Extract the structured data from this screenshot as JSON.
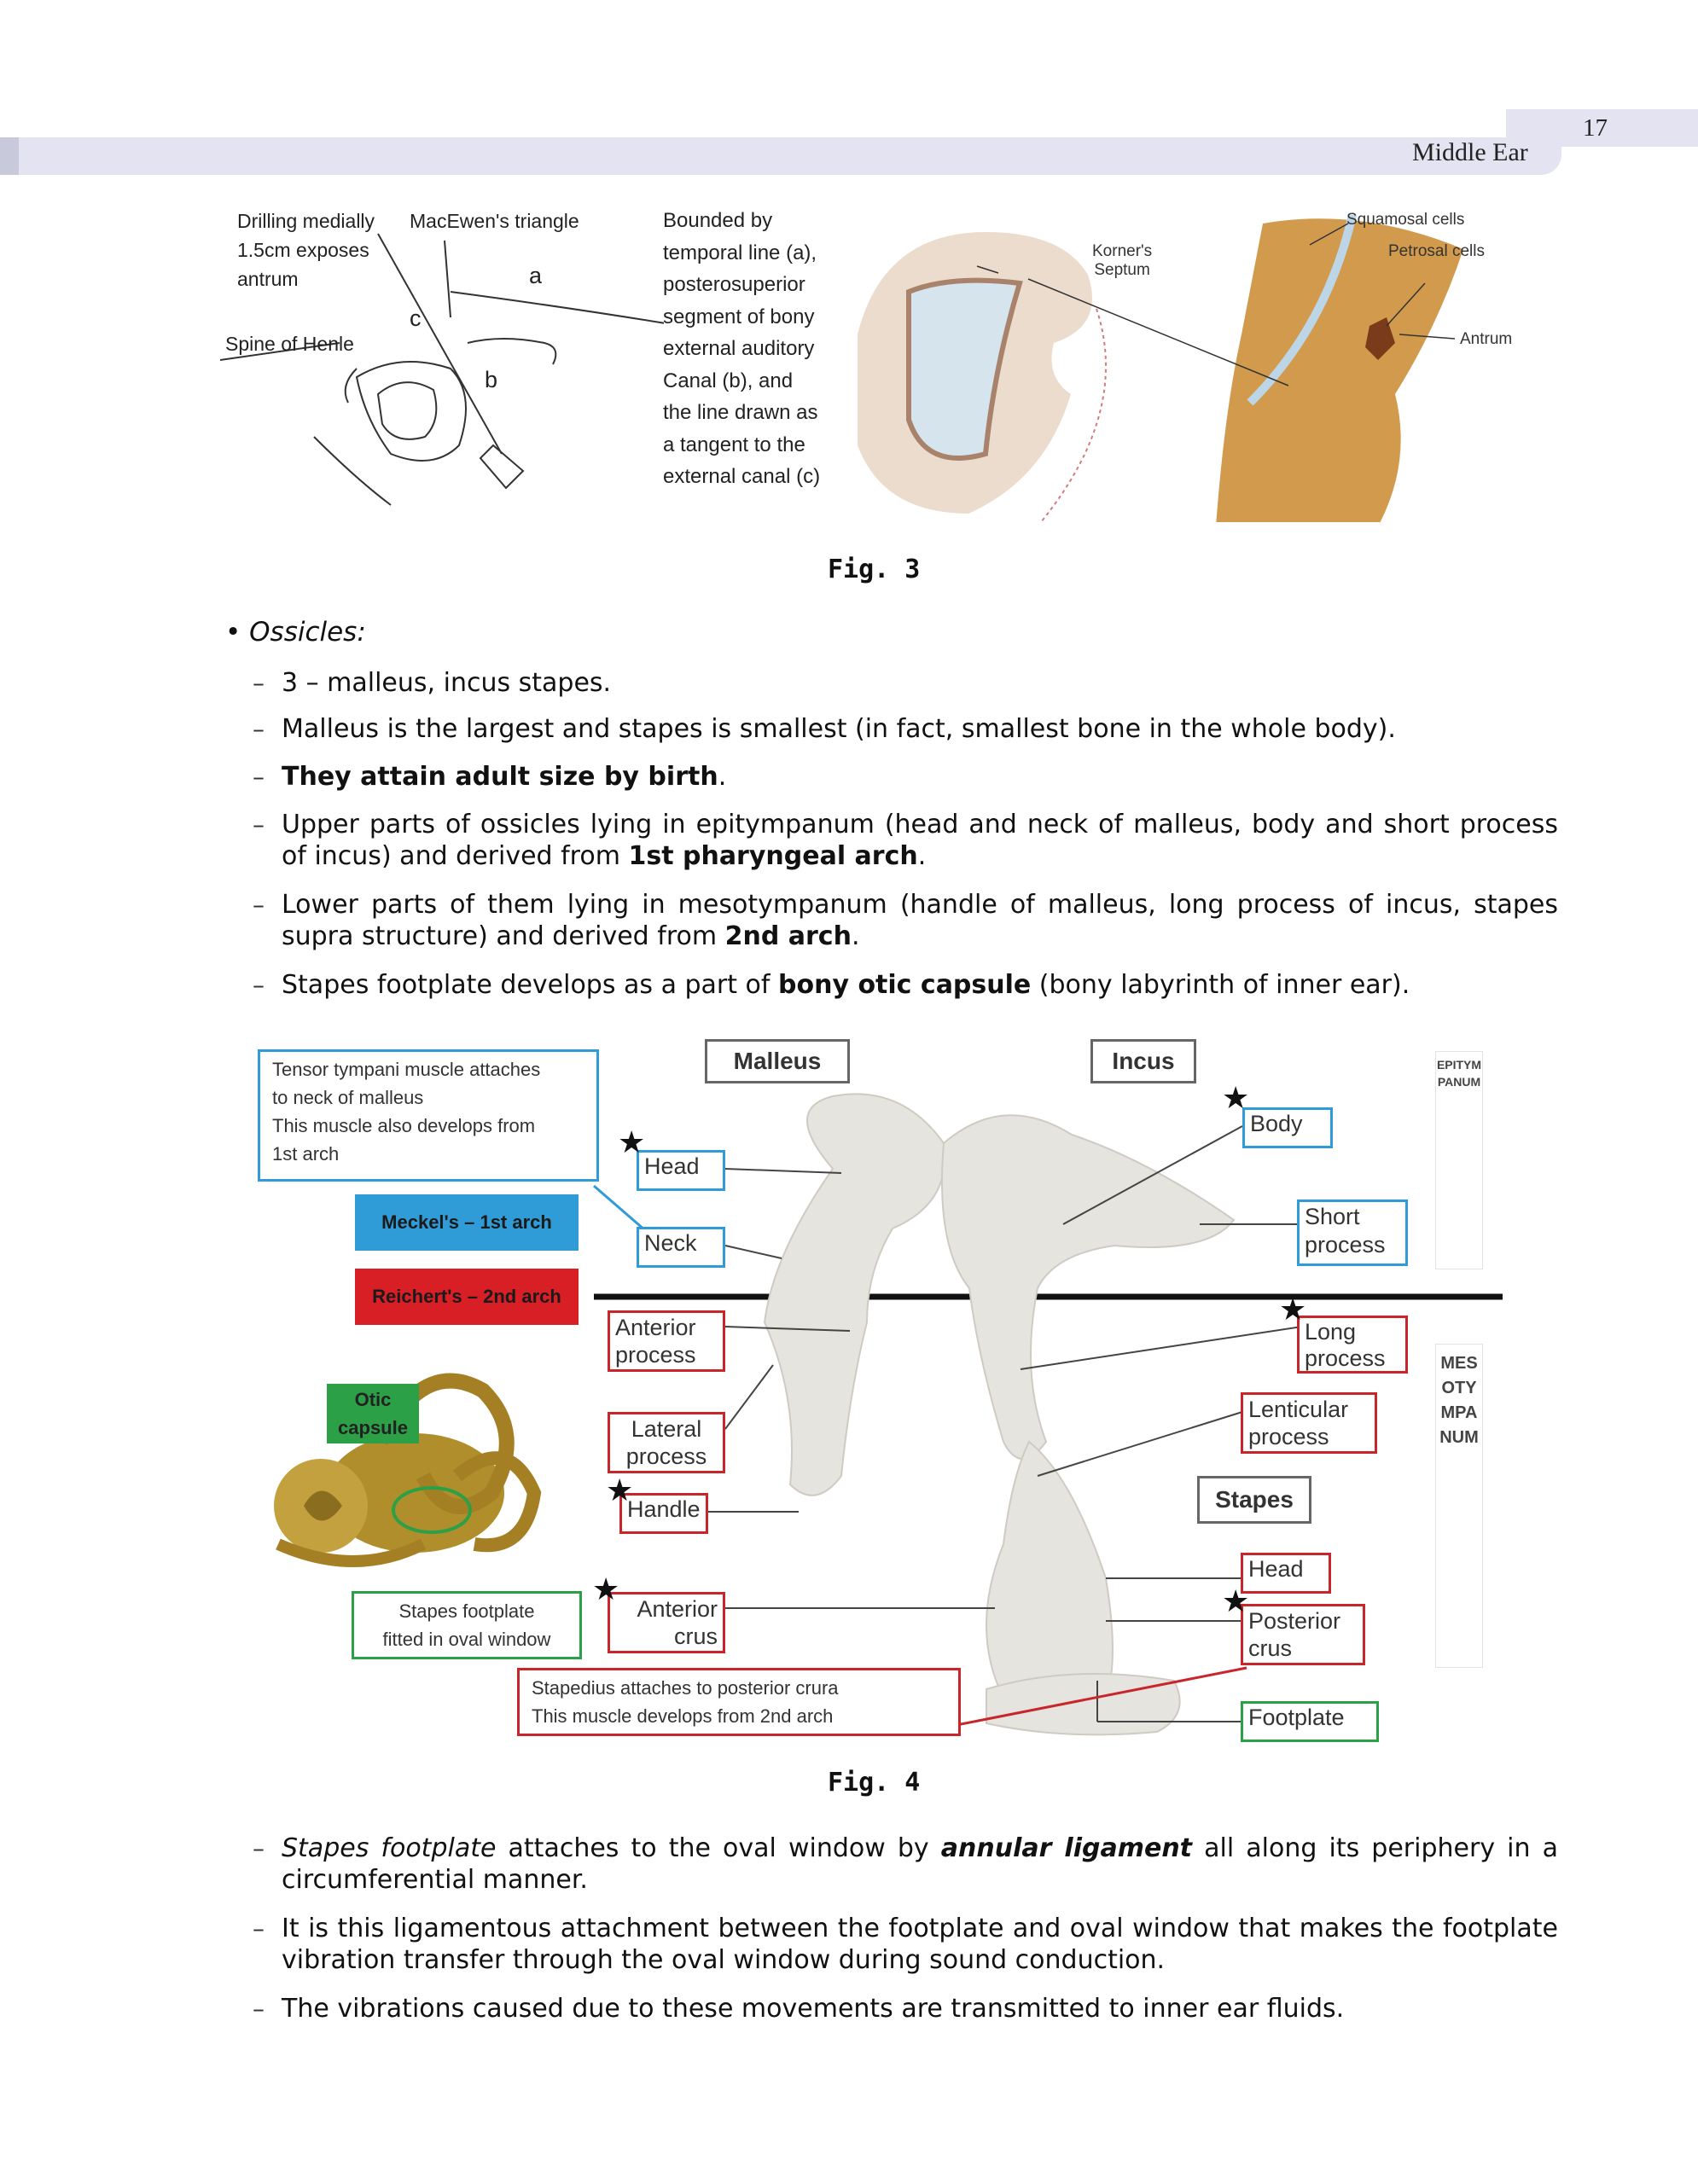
{
  "header": {
    "page_number": "17",
    "running_head": "Middle Ear"
  },
  "fig3": {
    "labels": {
      "drilling": "Drilling medially\n1.5cm exposes\nantrum",
      "macewen": "MacEwen's triangle",
      "a": "a",
      "c": "c",
      "b": "b",
      "spine": "Spine of Henle"
    },
    "description": "Bounded by\ntemporal line (a),\nposterosuperior\nsegment of bony\nexternal auditory\nCanal (b), and\nthe line drawn as\na tangent to the\nexternal canal (c)",
    "korner": "Korner's\nSeptum",
    "squamosal": "Squamosal cells",
    "petrosal": "Petrosal cells",
    "antrum": "Antrum",
    "caption": "Fig. 3"
  },
  "ossicles": {
    "title": "Ossicles:",
    "items": [
      {
        "text": "3 – malleus, incus stapes."
      },
      {
        "text": "Malleus is the largest and stapes is smallest (in fact, smallest bone in the whole body)."
      },
      {
        "bold": "They attain adult size by birth",
        "after": "."
      },
      {
        "before": "Upper parts of ossicles lying in epitympanum (head and neck of malleus, body and short process of incus) and derived from ",
        "bold": "1st pharyngeal arch",
        "after": "."
      },
      {
        "before": "Lower parts of them lying in mesotympanum (handle of malleus, long process of incus, stapes supra structure) and derived from ",
        "bold": "2nd arch",
        "after": "."
      },
      {
        "before": "Stapes footplate develops as a part of ",
        "bold": "bony otic capsule",
        "after": " (bony labyrinth of inner ear)."
      }
    ]
  },
  "fig4": {
    "tensor_note": "Tensor tympani muscle attaches\nto neck of malleus\nThis muscle also develops from\n1st arch",
    "meckel": "Meckel's – 1st arch",
    "reichert": "Reichert's – 2nd arch",
    "otic_capsule": "Otic\ncapsule",
    "footplate_note": "Stapes footplate\nfitted in oval window",
    "stapedius_note": "Stapedius attaches to posterior crura\nThis muscle develops from 2nd arch",
    "malleus": "Malleus",
    "incus": "Incus",
    "stapes": "Stapes",
    "head": "Head",
    "neck": "Neck",
    "anterior_process": "Anterior\nprocess",
    "lateral_process": "Lateral\nprocess",
    "handle": "Handle",
    "anterior_crus": "Anterior\ncrus",
    "body": "Body",
    "short_process": "Short\nprocess",
    "long_process": "Long\nprocess",
    "lenticular_process": "Lenticular\nprocess",
    "stapes_head": "Head",
    "posterior_crus": "Posterior\ncrus",
    "footplate": "Footplate",
    "epitympanum": "EPITYMPANUM",
    "mesotympanum": "MESOTYMPANUM",
    "caption": "Fig. 4"
  },
  "after": {
    "p1": {
      "italic": "Stapes footplate",
      "mid": " attaches to the oval window by ",
      "bolditalic": "annular ligament",
      "after": " all along its periphery in a circumferential manner."
    },
    "p2": "It is this ligamentous attachment between the footplate and oval window that makes the footplate vibration transfer through the oval window during sound conduction.",
    "p3": "The vibrations caused due to these movements are transmitted to inner ear fluids."
  },
  "colors": {
    "red_box": "#c8262b",
    "blue_box": "#2f9bd7",
    "green_box": "#2ca046",
    "header_band": "#e3e3f1"
  }
}
